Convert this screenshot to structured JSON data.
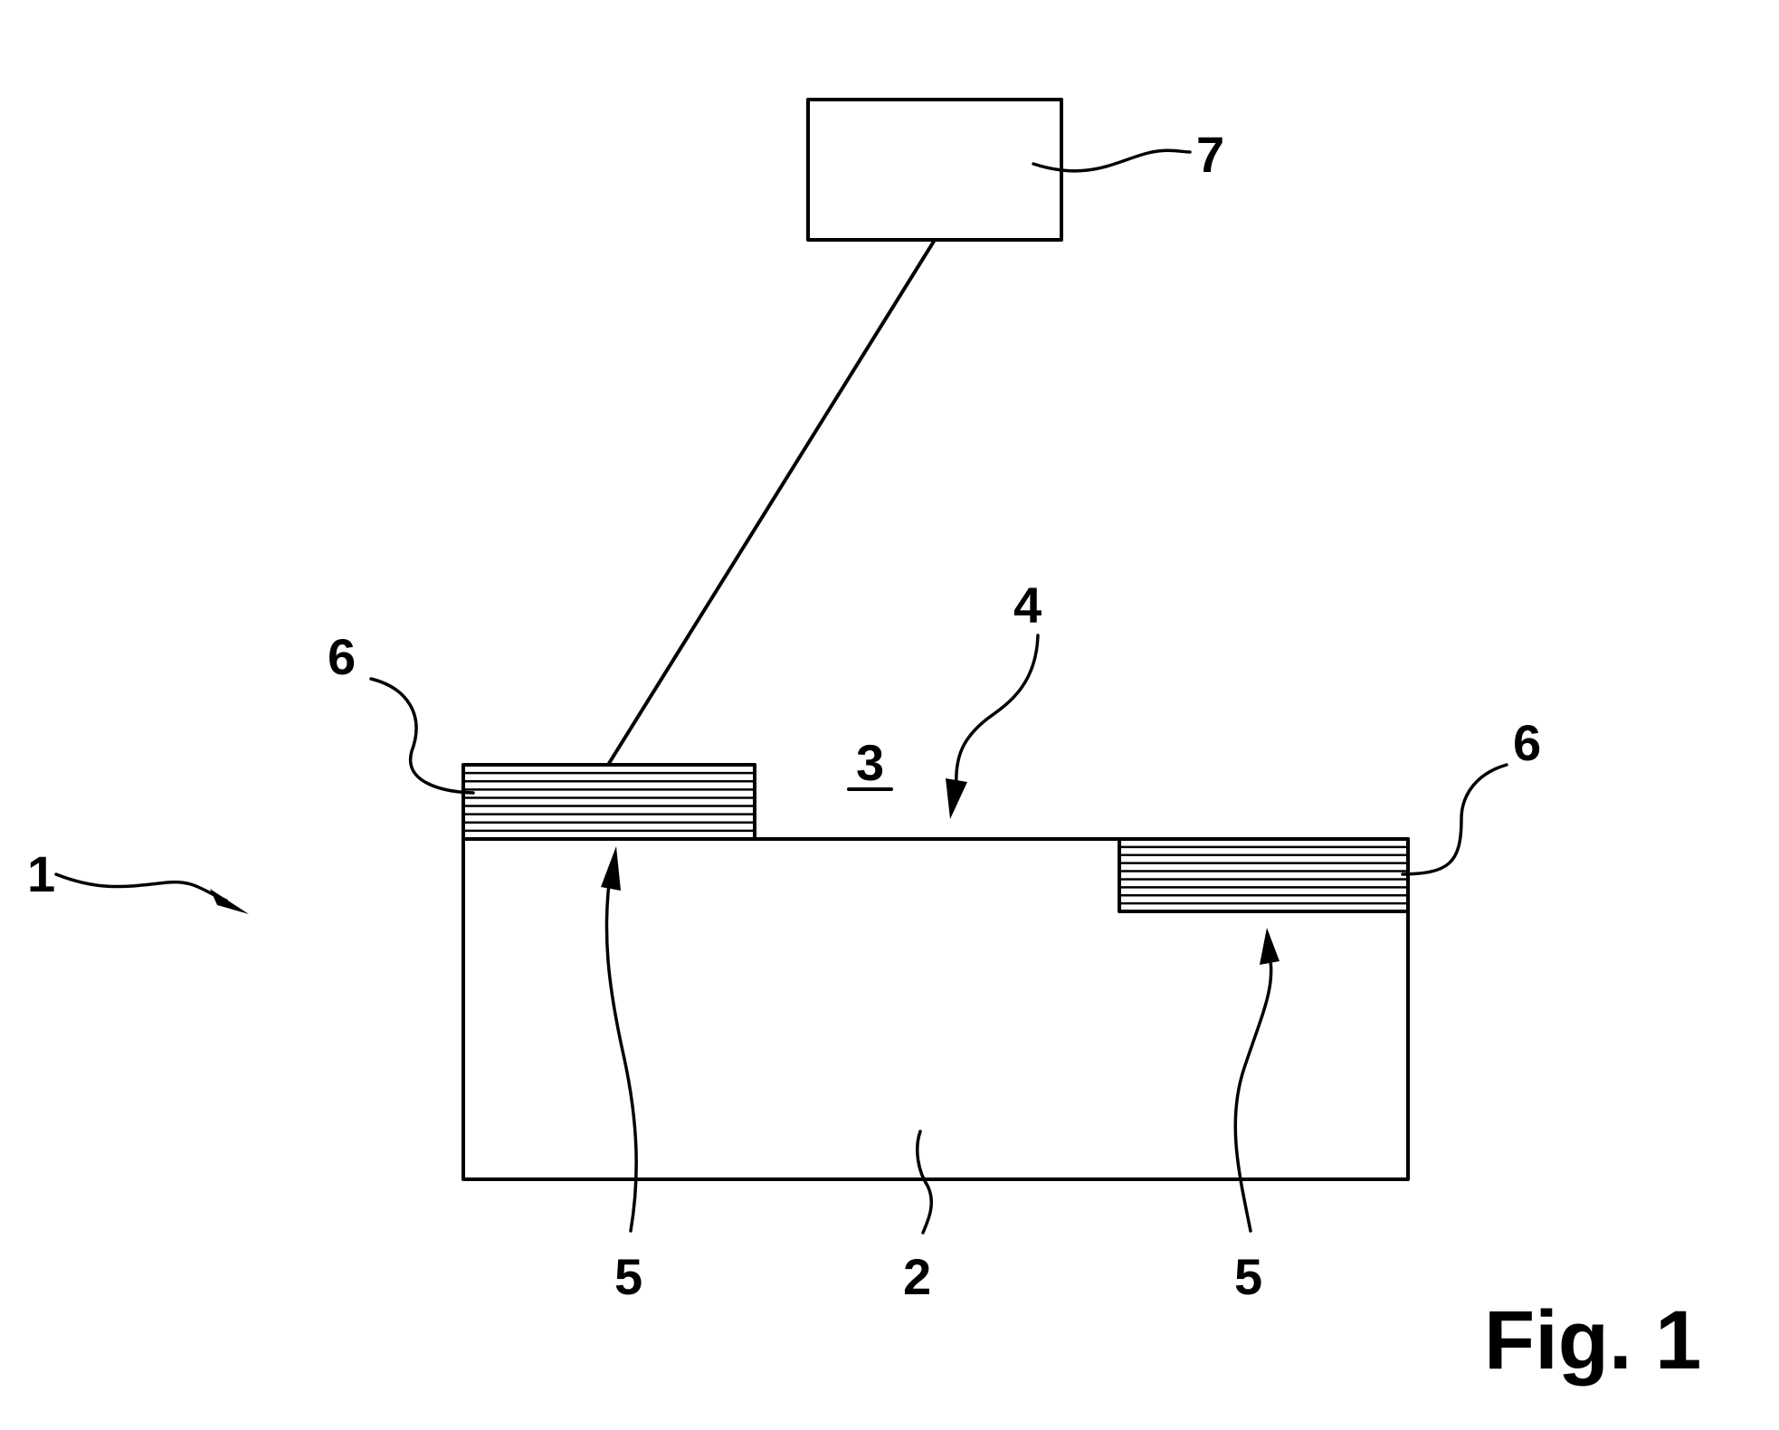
{
  "figure": {
    "caption": "Fig. 1",
    "labels": {
      "ref_1": "1",
      "ref_2": "2",
      "ref_3": "3",
      "ref_4": "4",
      "ref_5_left": "5",
      "ref_5_right": "5",
      "ref_6_left": "6",
      "ref_6_right": "6",
      "ref_7": "7"
    }
  },
  "colors": {
    "line": "#000000",
    "background": "#ffffff"
  }
}
